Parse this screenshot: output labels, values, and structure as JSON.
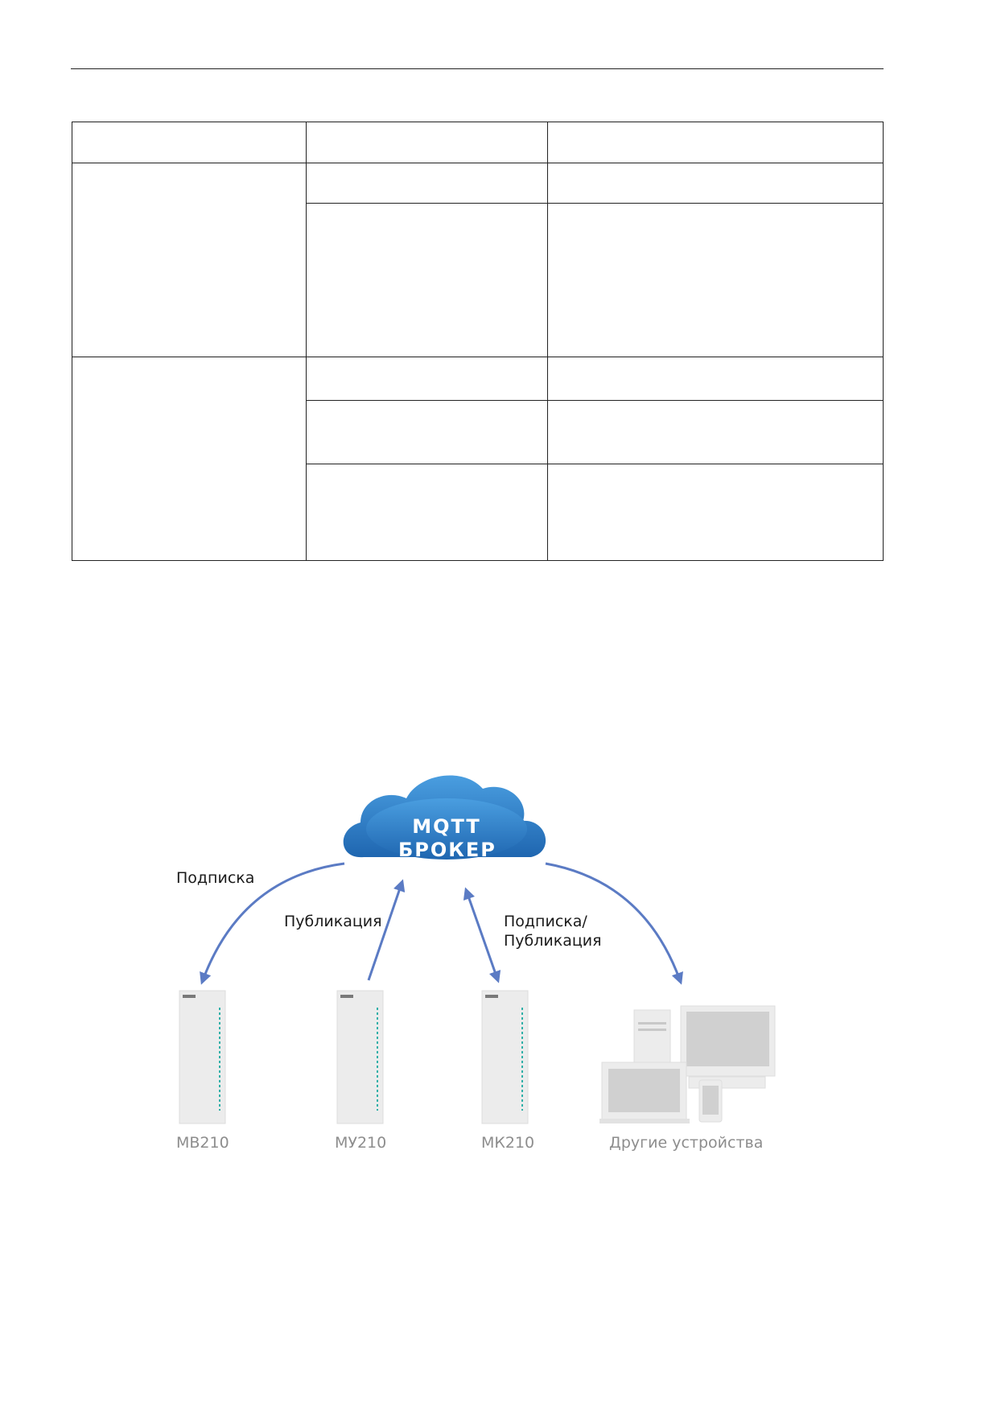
{
  "table": {
    "header": [
      "",
      "",
      ""
    ],
    "rows": [
      [
        "",
        "",
        ""
      ],
      [
        "",
        "",
        ""
      ],
      [
        "",
        "",
        ""
      ],
      [
        "",
        "",
        ""
      ],
      [
        "",
        "",
        ""
      ]
    ]
  },
  "diagram": {
    "broker_line1": "MQTT",
    "broker_line2": "БРОКЕР",
    "arrow_subscribe": "Подписка",
    "arrow_publish": "Публикация",
    "arrow_both_line1": "Подписка/",
    "arrow_both_line2": "Публикация",
    "devices": [
      "МВ210",
      "МУ210",
      "МК210",
      "Другие устройства"
    ],
    "colors": {
      "cloud": "#2f7fc6",
      "arrow": "#5b7bc4",
      "device": "#ececec",
      "device_label": "#8d8d8d"
    }
  }
}
